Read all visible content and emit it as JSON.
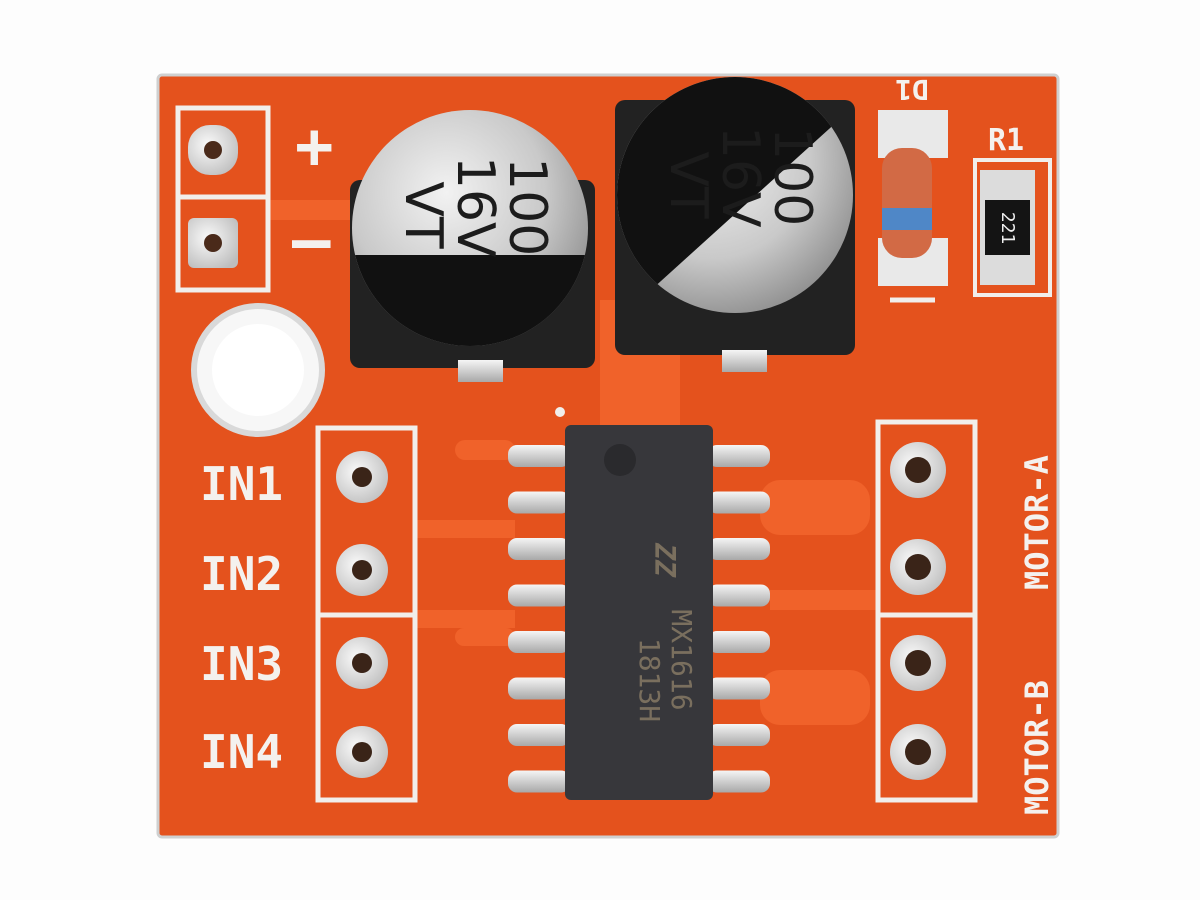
{
  "board": {
    "color": "#e4521d",
    "power_header": {
      "plus_label": "+",
      "minus_label": "–"
    },
    "capacitor_left": {
      "line1": "100",
      "line2": "16V",
      "line3": "VT"
    },
    "capacitor_right": {
      "line1": "100",
      "line2": "16V",
      "line3": "VT"
    },
    "diode": {
      "label": "D1"
    },
    "resistor": {
      "label": "R1",
      "code": "221"
    },
    "inputs": [
      "IN1",
      "IN2",
      "IN3",
      "IN4"
    ],
    "chip": {
      "logo": "ZZ",
      "part": "MX1616",
      "lot": "1813H"
    },
    "motor_labels": {
      "a": "MOTOR-A",
      "b": "MOTOR-B"
    }
  }
}
